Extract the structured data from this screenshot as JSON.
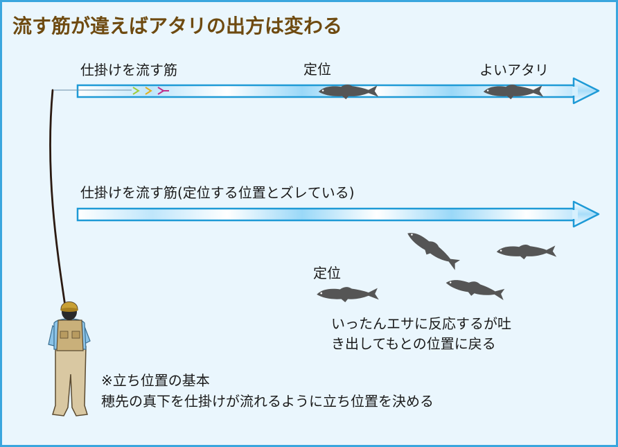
{
  "title": "流す筋が違えばアタリの出方は変わる",
  "top": {
    "line_label": "仕掛けを流す筋",
    "fish_label": "定位",
    "strike_label": "よいアタリ"
  },
  "bottom": {
    "line_label": "仕掛けを流す筋(定位する位置とズレている)",
    "fish_label": "定位",
    "reaction_note": [
      "いったんエサに反応するが吐",
      "き出してもとの位置に戻る"
    ]
  },
  "basic_note": [
    "※立ち位置の基本",
    "穂先の真下を仕掛けが流れるように立ち位置を決める"
  ],
  "colors": {
    "title": "#6e4a10",
    "border": "#3aa6de",
    "background": "#eaf6fd",
    "arrow_fill": "#cfeefe",
    "arrow_stroke": "#1e9ad6",
    "fish": "#555555"
  }
}
